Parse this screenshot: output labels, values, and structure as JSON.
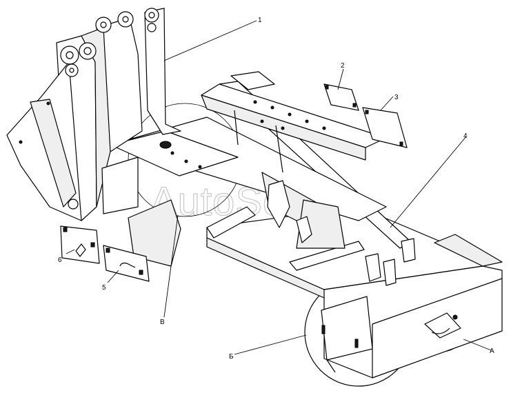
{
  "drawing": {
    "labels": {
      "item1": "1",
      "item2": "2",
      "item3": "3",
      "item4": "4",
      "item5": "5",
      "item6": "6",
      "viewA": "А",
      "viewB": "Б",
      "viewV": "В"
    },
    "watermark": "AutoSoft"
  }
}
